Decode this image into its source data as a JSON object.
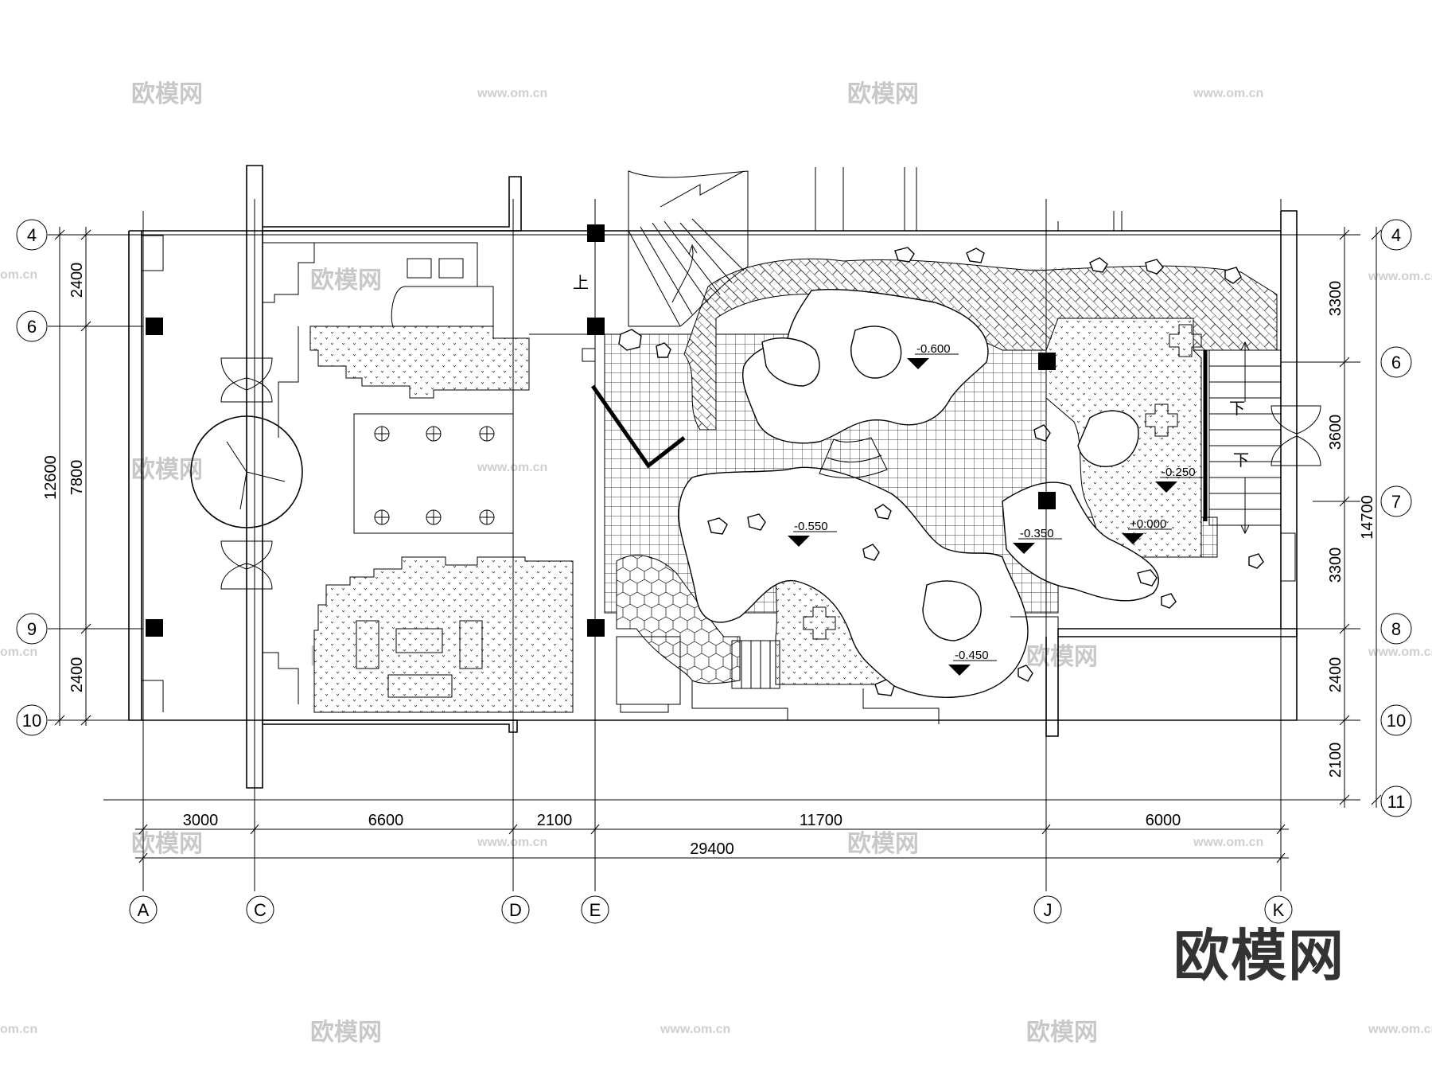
{
  "watermarks": {
    "brand": "欧模网",
    "url": "www.om.cn",
    "url_partial": "om.cn"
  },
  "logo": {
    "text": "欧模网"
  },
  "grid_axes": {
    "columns": [
      {
        "label": "A"
      },
      {
        "label": "C"
      },
      {
        "label": "D"
      },
      {
        "label": "E"
      },
      {
        "label": "J"
      },
      {
        "label": "K"
      }
    ],
    "rows_left": [
      {
        "label": "4"
      },
      {
        "label": "6"
      },
      {
        "label": "9"
      },
      {
        "label": "10"
      }
    ],
    "rows_right": [
      {
        "label": "4"
      },
      {
        "label": "6"
      },
      {
        "label": "7"
      },
      {
        "label": "8"
      },
      {
        "label": "10"
      },
      {
        "label": "11"
      }
    ]
  },
  "dimensions": {
    "bottom_segments": [
      "3000",
      "6600",
      "2100",
      "11700",
      "6000"
    ],
    "bottom_total": "29400",
    "left_segments": [
      "2400",
      "7800",
      "2400"
    ],
    "left_total": "12600",
    "right_segments": [
      "3300",
      "3600",
      "3300",
      "2400",
      "2100"
    ],
    "right_total": "14700"
  },
  "elevations": [
    "-0.600",
    "-0.550",
    "-0.350",
    "-0.250",
    "+0.000",
    "-0.450"
  ],
  "stair_labels": {
    "up": "上",
    "down_1": "下",
    "down_2": "下"
  }
}
